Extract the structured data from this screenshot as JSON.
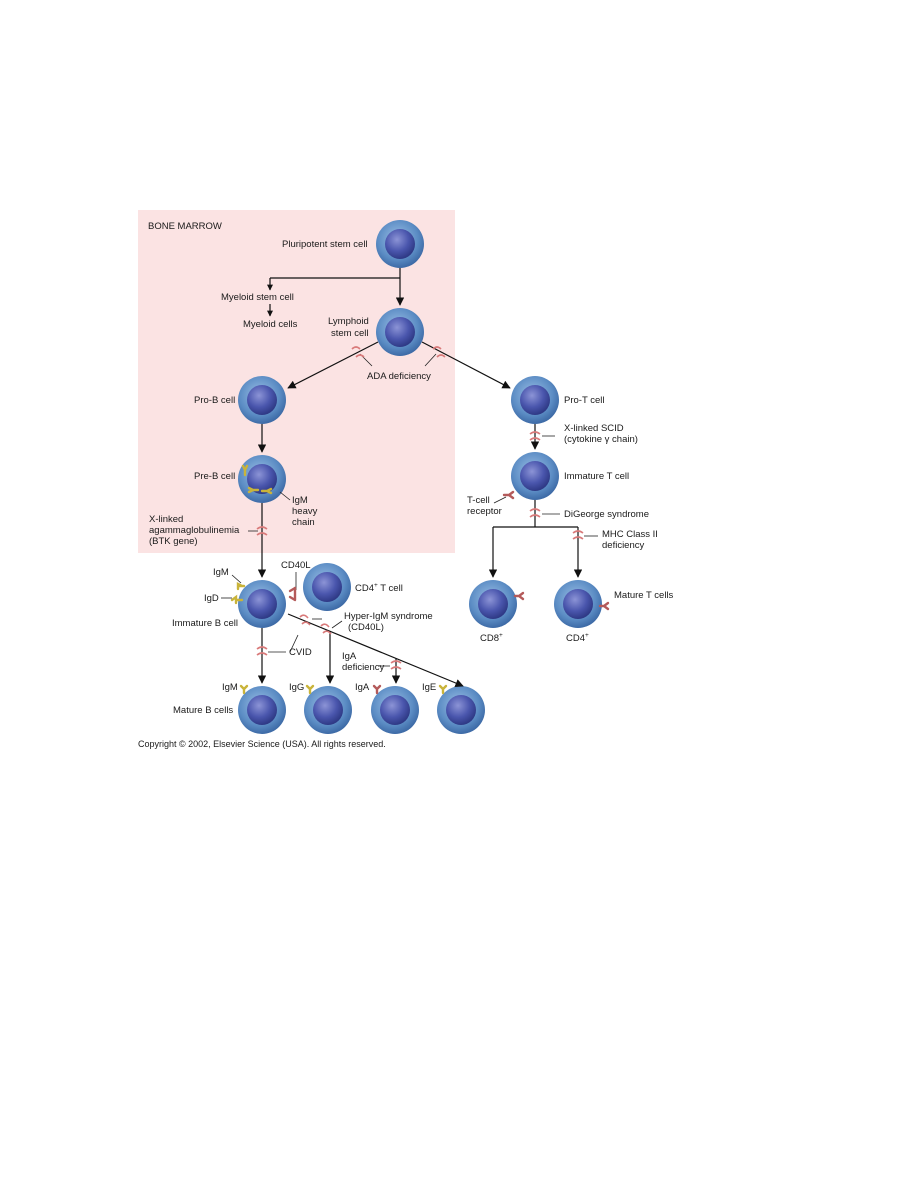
{
  "colors": {
    "bone_marrow_bg": "#fbe3e3",
    "cell_outer": "#5b8cc4",
    "cell_inner": "#3f4fa3",
    "block_mark": "#d97a7a",
    "ig_receptor": "#c9b43a",
    "tcr_receptor": "#b45a5a"
  },
  "region": {
    "label": "BONE MARROW"
  },
  "cells": {
    "pluripotent": "Pluripotent stem cell",
    "myeloid_stem": "Myeloid stem cell",
    "myeloid_cells": "Myeloid cells",
    "lymphoid_line1": "Lymphoid",
    "lymphoid_line2": "stem cell",
    "pro_b": "Pro-B cell",
    "pre_b": "Pre-B cell",
    "pro_t": "Pro-T cell",
    "immature_t": "Immature T cell",
    "immature_b": "Immature B cell",
    "cd4_t_prefix": "CD4",
    "cd4_t_sup": "+",
    "cd4_t_suffix": " T cell",
    "cd8_prefix": "CD8",
    "cd8_sup": "+",
    "cd4_prefix": "CD4",
    "cd4_sup": "+",
    "mature_t": "Mature T cells",
    "mature_b": "Mature B cells"
  },
  "defects": {
    "ada": "ADA deficiency",
    "xscid_line1": "X-linked SCID",
    "xscid_line2": "(cytokine γ chain)",
    "xla_line1": "X-linked",
    "xla_line2": "agammaglobulinemia",
    "xla_line3": "(BTK gene)",
    "digeorge": "DiGeorge syndrome",
    "mhc2_line1": "MHC Class II",
    "mhc2_line2": "deficiency",
    "hyperigm_line1": "Hyper-IgM syndrome",
    "hyperigm_line2": "(CD40L)",
    "cvid": "CVID",
    "iga_line1": "IgA",
    "iga_line2": "deficiency"
  },
  "receptors": {
    "igm_heavy_line1": "IgM",
    "igm_heavy_line2": "heavy",
    "igm_heavy_line3": "chain",
    "tcr_line1": "T-cell",
    "tcr_line2": "receptor",
    "cd40l": "CD40L",
    "igm": "IgM",
    "igd": "IgD",
    "mature_igm": "IgM",
    "mature_igg": "IgG",
    "mature_iga": "IgA",
    "mature_ige": "IgE"
  },
  "copyright": "Copyright © 2002, Elsevier Science (USA). All rights reserved."
}
